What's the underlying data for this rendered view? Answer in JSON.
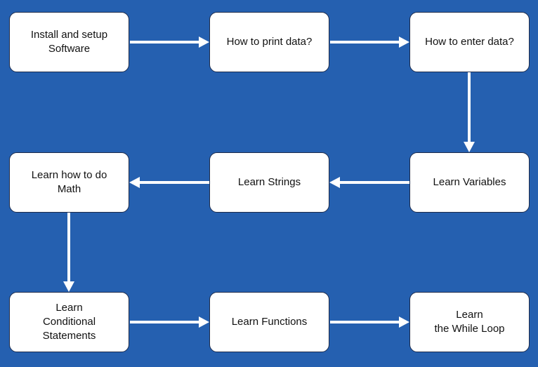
{
  "flowchart": {
    "nodes": [
      {
        "id": "install",
        "label": "Install and setup\nSoftware"
      },
      {
        "id": "print",
        "label": "How to print data?"
      },
      {
        "id": "enter",
        "label": "How to enter data?"
      },
      {
        "id": "variables",
        "label": "Learn Variables"
      },
      {
        "id": "strings",
        "label": "Learn Strings"
      },
      {
        "id": "math",
        "label": "Learn how to do\nMath"
      },
      {
        "id": "conditional",
        "label": "Learn\nConditional\nStatements"
      },
      {
        "id": "functions",
        "label": "Learn Functions"
      },
      {
        "id": "while",
        "label": "Learn\nthe While Loop"
      }
    ],
    "edges": [
      {
        "from": "install",
        "to": "print"
      },
      {
        "from": "print",
        "to": "enter"
      },
      {
        "from": "enter",
        "to": "variables"
      },
      {
        "from": "variables",
        "to": "strings"
      },
      {
        "from": "strings",
        "to": "math"
      },
      {
        "from": "math",
        "to": "conditional"
      },
      {
        "from": "conditional",
        "to": "functions"
      },
      {
        "from": "functions",
        "to": "while"
      }
    ]
  },
  "colors": {
    "background": "#2560b0",
    "node_fill": "#ffffff",
    "node_border": "#1d2b4a",
    "arrow": "#ffffff"
  }
}
